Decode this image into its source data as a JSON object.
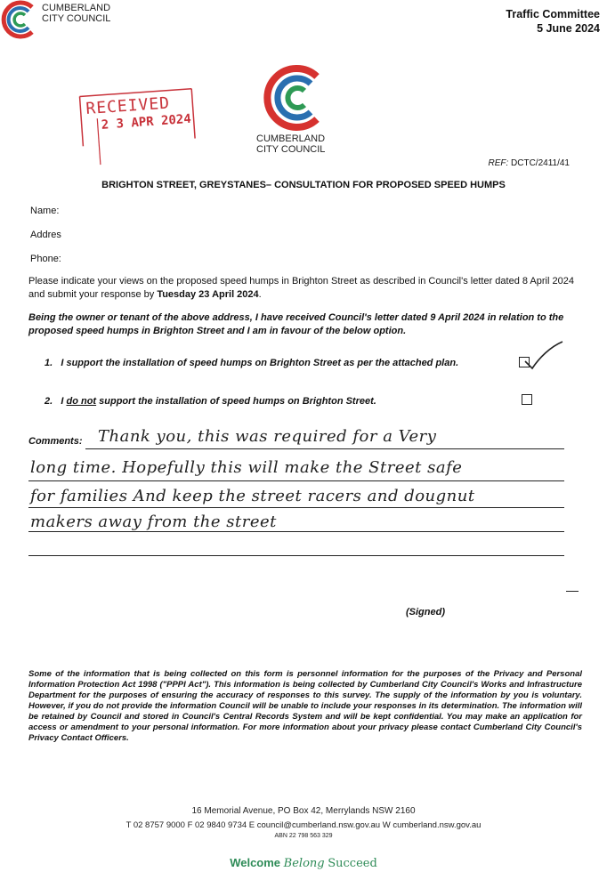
{
  "header": {
    "council_name_line1": "CUMBERLAND",
    "council_name_line2": "CITY COUNCIL",
    "committee": "Traffic Committee",
    "date": "5 June 2024"
  },
  "stamp": {
    "line1": "RECEIVED",
    "line2": "2 3 APR 2024"
  },
  "logo": {
    "line1": "CUMBERLAND",
    "line2": "CITY COUNCIL"
  },
  "ref": {
    "label": "REF:",
    "value": "DCTC/2411/41"
  },
  "title": "BRIGHTON STREET, GREYSTANES– CONSULTATION FOR PROPOSED SPEED HUMPS",
  "fields": {
    "name": "Name:",
    "address": "Addres",
    "phone": "Phone:"
  },
  "instructions": {
    "text": "Please indicate your views on the proposed speed humps in Brighton Street as described in Council's letter dated 8 April 2024 and submit your response by ",
    "deadline": "Tuesday 23 April 2024",
    "end": "."
  },
  "statement": "Being the owner or tenant of the above address, I have received Council's letter dated 9 April 2024 in relation to the proposed speed humps in Brighton Street and I am in favour of the below option.",
  "options": [
    {
      "num": "1.",
      "text": "I support the installation of speed humps on Brighton Street as per the attached plan.",
      "checked": true
    },
    {
      "num": "2.",
      "pre": "I ",
      "emph": "do not",
      "post": " support the installation of speed humps on Brighton Street.",
      "checked": false
    }
  ],
  "comments": {
    "label": "Comments:",
    "lines": [
      "Thank you, this was required for a Very",
      "long time. Hopefully this will make the Street safe",
      "for families And keep the street racers and dougnut",
      "makers away from the street"
    ]
  },
  "signed": "(Signed)",
  "privacy": "Some of the information that is being collected on this form is personnel information for the purposes of the Privacy and Personal Information Protection Act 1998 (\"PPPI Act\"). This information is being collected by Cumberland City Council's Works and Infrastructure Department for the purposes of ensuring the accuracy of responses to this survey. The supply of the information by you is voluntary. However, if you do not provide the information Council will be unable to include your responses in its determination. The information will be retained by Council and stored in Council's Central Records System and will be kept confidential. You may make an application for access or amendment to your personal information. For more information about your privacy please contact Cumberland City Council's Privacy Contact Officers.",
  "footer": {
    "address": "16 Memorial Avenue, PO Box 42, Merrylands NSW 2160",
    "contacts": "T 02 8757 9000   F 02 9840 9734   E council@cumberland.nsw.gov.au   W cumberland.nsw.gov.au",
    "abn": "ABN 22 798 563 329"
  },
  "tagline": {
    "w1": "Welcome",
    "w2": "Belong",
    "w3": "Succeed"
  },
  "colors": {
    "stamp_red": "#c8323a",
    "logo_red": "#d6322f",
    "logo_blue": "#2a6fb0",
    "logo_green": "#2e9a55",
    "tagline_green": "#2e8b57"
  }
}
